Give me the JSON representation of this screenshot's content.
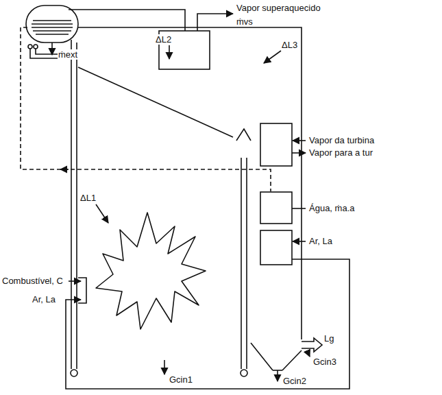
{
  "diagram": {
    "labels": [
      "Vapor superaquecido",
      "ṁvs",
      "ΔL2",
      "ΔL3",
      "ṁext",
      "Vapor da turbina",
      "Vapor para a tur",
      "ΔL1",
      "Água, ṁa.a",
      "Ar, La",
      "Combustível, C",
      "Ar, La",
      "Lg",
      "Gcin1",
      "Gcin2",
      "Gcin3"
    ]
  }
}
